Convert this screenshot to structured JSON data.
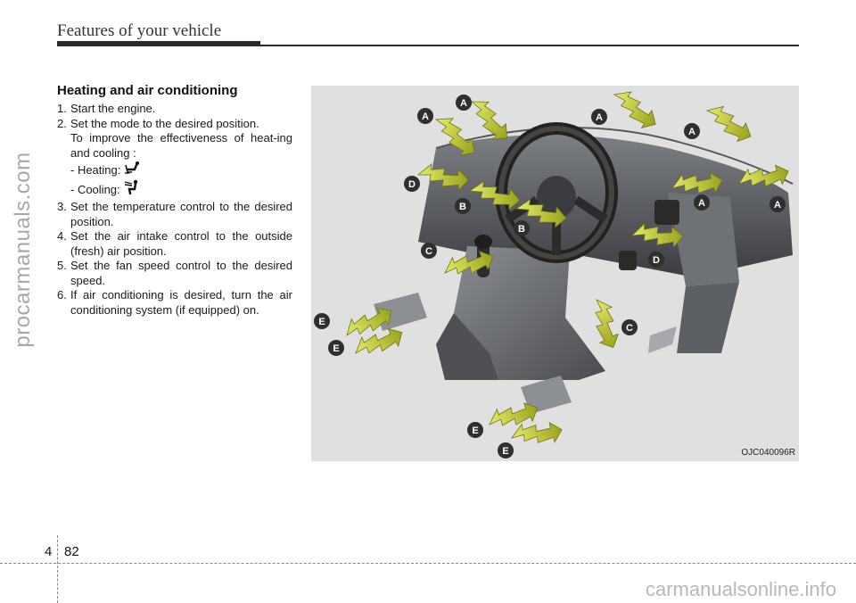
{
  "header": {
    "title": "Features of your vehicle"
  },
  "watermarks": {
    "left": "procarmanuals.com",
    "bottom": "carmanualsonline.info"
  },
  "section": {
    "title": "Heating and air conditioning",
    "steps": [
      {
        "num": "1.",
        "text": "Start the engine."
      },
      {
        "num": "2.",
        "text": "Set the mode to the desired position."
      },
      {
        "num": "3.",
        "text": "Set the temperature control to the desired position."
      },
      {
        "num": "4.",
        "text": "Set the air intake control to the outside (fresh) air position."
      },
      {
        "num": "5.",
        "text": "Set the fan speed control to the desired speed."
      },
      {
        "num": "6.",
        "text": "If air conditioning is desired, turn the air conditioning system (if equipped) on."
      }
    ],
    "note": "To improve the effectiveness of heat-ing and cooling :",
    "heating_label": "- Heating:",
    "cooling_label": "- Cooling:"
  },
  "figure": {
    "code": "OJC040096R",
    "labels": {
      "a1": "A",
      "a2": "A",
      "a3": "A",
      "a4": "A",
      "a5": "A",
      "a6": "A",
      "b1": "B",
      "b2": "B",
      "c1": "C",
      "c2": "C",
      "d1": "D",
      "d2": "D",
      "e1": "E",
      "e2": "E",
      "e3": "E",
      "e4": "E"
    },
    "colors": {
      "badge": "#2f2f2f",
      "arrow": "#b9c22a",
      "arrow_edge": "#6f7612",
      "background": "#e0e0e0"
    }
  },
  "footer": {
    "chapter": "4",
    "page": "82"
  }
}
